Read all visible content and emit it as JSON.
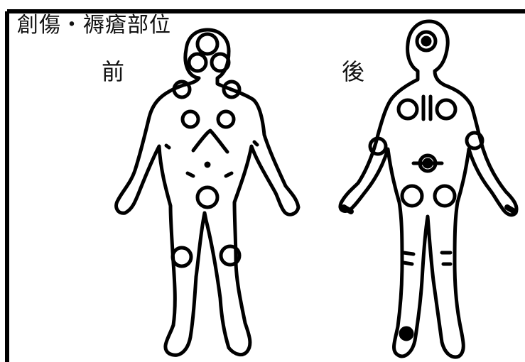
{
  "title": "創傷・褥瘡部位",
  "views": {
    "front": {
      "label": "前"
    },
    "back": {
      "label": "後"
    }
  },
  "colors": {
    "line": "#000000",
    "background": "#ffffff"
  }
}
